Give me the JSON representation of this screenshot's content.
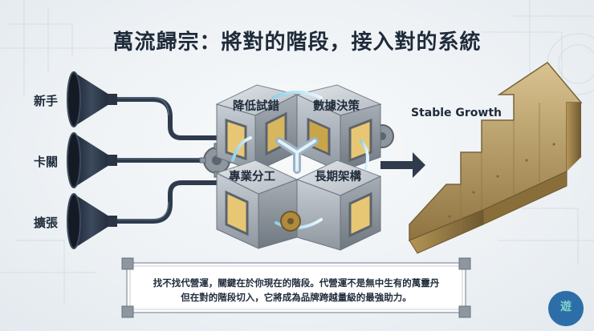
{
  "title": "萬流歸宗：將對的階段，接入對的系統",
  "inputs": [
    {
      "label": "新手"
    },
    {
      "label": "卡關"
    },
    {
      "label": "擴張"
    }
  ],
  "cube": {
    "top_left": "降低試錯",
    "top_right": "數據決策",
    "bottom_left": "專業分工",
    "bottom_right": "長期架構"
  },
  "output": {
    "label": "Stable Growth"
  },
  "message": {
    "line1": "找不找代營運，關鍵在於你現在的階段。代營運不是無中生有的萬靈丹",
    "line2": "但在對的階段切入，它將成為品牌跨越量級的最強助力。"
  },
  "logo": {
    "text": "遊"
  },
  "colors": {
    "title": "#1f2b3a",
    "pipe": "#2f3b4c",
    "gold": "#c2a66a",
    "metal": "#b9bfc6",
    "logo_bg": "#2e6ea8"
  }
}
